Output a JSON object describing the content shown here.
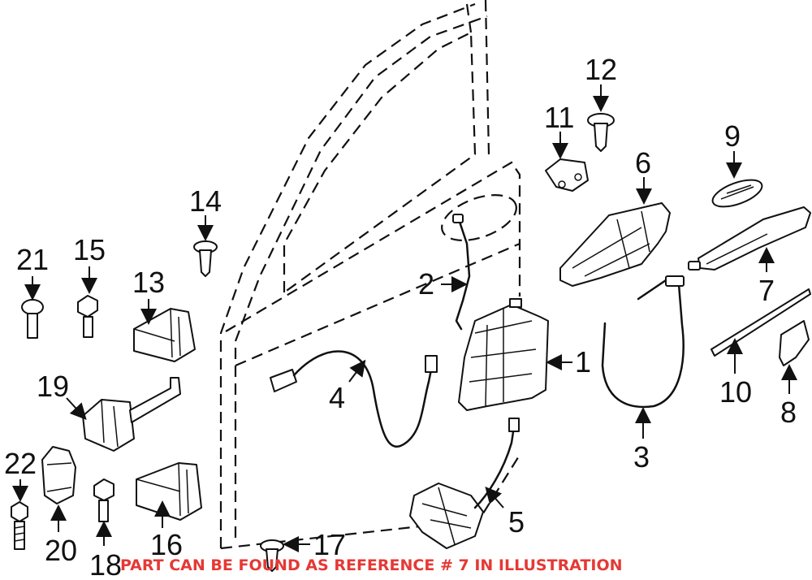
{
  "callouts": {
    "c1": "1",
    "c2": "2",
    "c3": "3",
    "c4": "4",
    "c5": "5",
    "c6": "6",
    "c7": "7",
    "c8": "8",
    "c9": "9",
    "c10": "10",
    "c11": "11",
    "c12": "12",
    "c13": "13",
    "c14": "14",
    "c15": "15",
    "c16": "16",
    "c17": "17",
    "c18": "18",
    "c19": "19",
    "c20": "20",
    "c21": "21",
    "c22": "22"
  },
  "footer_note": "PART CAN BE FOUND AS REFERENCE # 7 IN ILLUSTRATION",
  "colors": {
    "note": "#e53935",
    "line": "#111111"
  }
}
